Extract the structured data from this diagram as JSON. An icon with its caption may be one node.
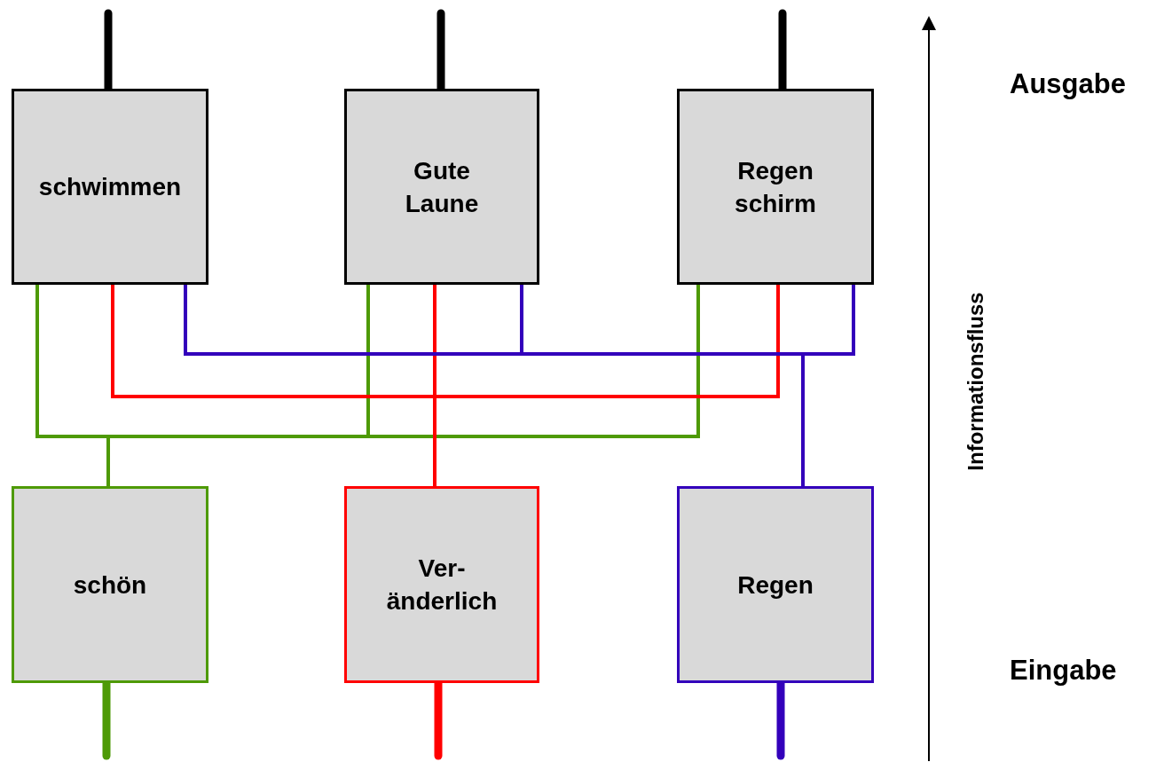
{
  "diagram": {
    "nodes": [
      {
        "text": [
          "schwimmen"
        ]
      },
      {
        "text": [
          "Gute Laune"
        ]
      },
      {
        "text": [
          "Regen schirm"
        ]
      },
      {
        "text": [
          "schön"
        ]
      },
      {
        "text": [
          "Ver- änderlich"
        ]
      },
      {
        "text": [
          "Regen"
        ]
      }
    ],
    "edges": [
      {
        "from": 3,
        "to": 0,
        "arrow": "none",
        "color": "#4e9a06"
      },
      {
        "from": 3,
        "to": 1,
        "arrow": "none",
        "color": "#4e9a06"
      },
      {
        "from": 3,
        "to": 2,
        "arrow": "none",
        "color": "#4e9a06"
      },
      {
        "from": 4,
        "to": 0,
        "arrow": "none",
        "color": "#ff0000"
      },
      {
        "from": 4,
        "to": 1,
        "arrow": "none",
        "color": "#ff0000"
      },
      {
        "from": 4,
        "to": 2,
        "arrow": "none",
        "color": "#ff0000"
      },
      {
        "from": 5,
        "to": 0,
        "arrow": "none",
        "color": "#3300bb"
      },
      {
        "from": 5,
        "to": 1,
        "arrow": "none",
        "color": "#3300bb"
      },
      {
        "from": 5,
        "to": 2,
        "arrow": "none",
        "color": "#3300bb"
      },
      {
        "from": null,
        "to": 3,
        "arrow": "none",
        "style": "thick",
        "color": "#4e9a06"
      },
      {
        "from": null,
        "to": 4,
        "arrow": "none",
        "style": "thick",
        "color": "#ff0000"
      },
      {
        "from": null,
        "to": 5,
        "arrow": "none",
        "style": "thick",
        "color": "#3300bb"
      },
      {
        "from": 0,
        "to": null,
        "arrow": "none",
        "style": "thick",
        "color": "#000000"
      },
      {
        "from": 1,
        "to": null,
        "arrow": "none",
        "style": "thick",
        "color": "#000000"
      },
      {
        "from": 2,
        "to": null,
        "arrow": "none",
        "style": "thick",
        "color": "#000000"
      }
    ],
    "labels": [
      "Ausgabe",
      "Informationsfluss",
      "Eingabe"
    ]
  }
}
